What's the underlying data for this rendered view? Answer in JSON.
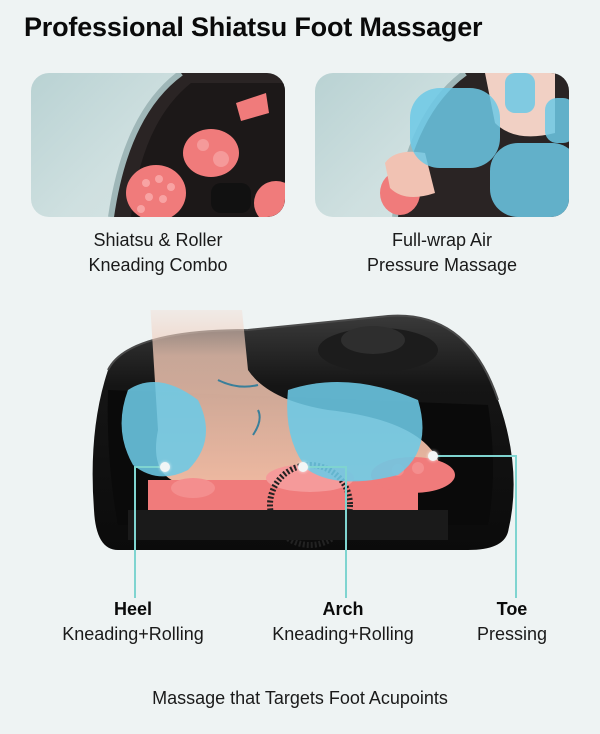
{
  "title": "Professional Shiatsu Foot Massager",
  "features": [
    {
      "caption_line1": "Shiatsu & Roller",
      "caption_line2": "Kneading Combo",
      "image": "shiatsu-roller-closeup"
    },
    {
      "caption_line1": "Full-wrap Air",
      "caption_line2": "Pressure Massage",
      "image": "air-pressure-closeup"
    }
  ],
  "zones": [
    {
      "name": "Heel",
      "technique": "Kneading+Rolling"
    },
    {
      "name": "Arch",
      "technique": "Kneading+Rolling"
    },
    {
      "name": "Toe",
      "technique": "Pressing"
    }
  ],
  "footer": "Massage that Targets Foot Acupoints",
  "colors": {
    "background": "#eef3f3",
    "callout_line": "#7fd4d0",
    "airbag_blue": "#6cc9e6",
    "roller_pink": "#f07b7b",
    "device_black": "#141414"
  }
}
